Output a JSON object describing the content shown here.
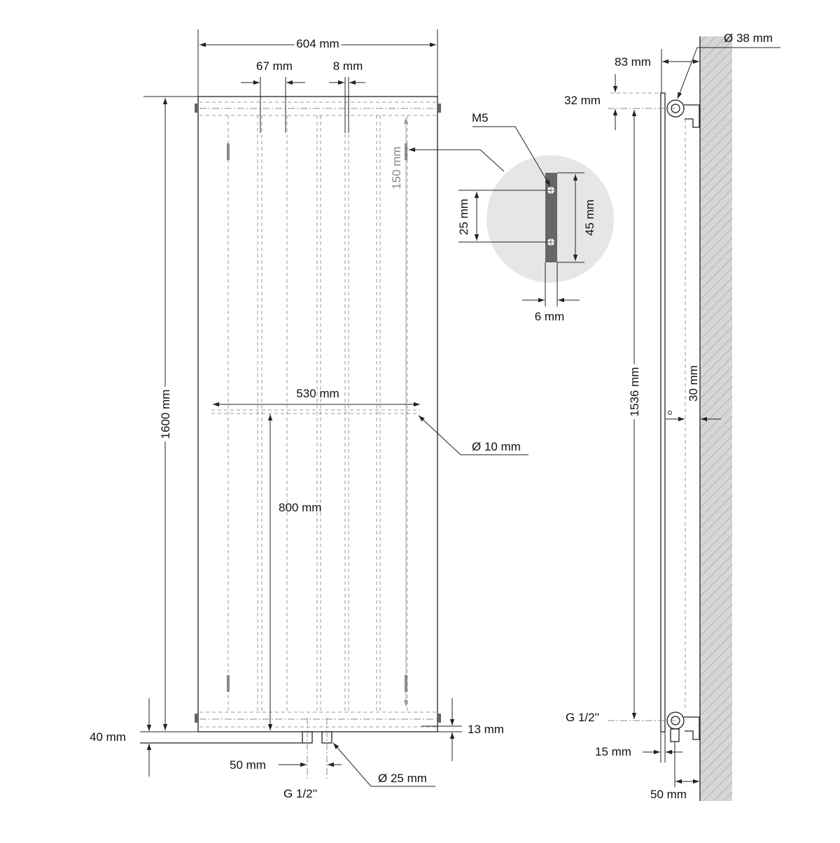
{
  "front_view": {
    "width": "604 mm",
    "tube_spacing": "67 mm",
    "tube_gap": "8 mm",
    "bracket_offset": "150 mm",
    "height": "1600 mm",
    "crossbar_width": "530 mm",
    "crossbar_diameter": "Ø 10 mm",
    "crossbar_height": "800 mm",
    "floor_clearance": "40 mm",
    "bottom_offset": "13 mm",
    "connection_spacing": "50 mm",
    "connection_thread": "G 1/2''",
    "connection_diameter": "Ø 25 mm"
  },
  "bracket_detail": {
    "screw": "M5",
    "hole_spacing": "25 mm",
    "plate_height": "45 mm",
    "plate_width": "6 mm"
  },
  "side_view": {
    "pipe_diameter": "Ø 38 mm",
    "wall_distance": "83 mm",
    "top_offset": "32 mm",
    "pipe_centers": "1536 mm",
    "panel_gap": "30 mm",
    "connection_thread": "G 1/2''",
    "panel_depth": "15 mm",
    "connection_depth": "50 mm"
  },
  "colors": {
    "line": "#222222",
    "hidden": "#999999",
    "detail_circle": "#e6e6e8",
    "bracket": "#666666"
  }
}
